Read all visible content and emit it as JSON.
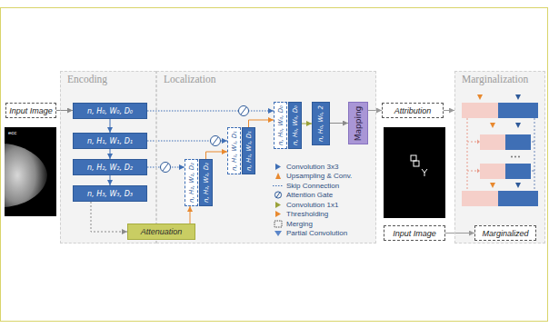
{
  "diagram": {
    "nodes": [
      {
        "text": [
          "Input Image"
        ]
      },
      {
        "text": [
          "Encoding"
        ]
      },
      {
        "text": [
          "n, H₀, W₀, D₀"
        ],
        "in": 1
      },
      {
        "text": [
          "n, H₁, W₁, D₁"
        ],
        "in": 1
      },
      {
        "text": [
          "n, H₂, W₂, D₂"
        ],
        "in": 1
      },
      {
        "text": [
          "n, H₃, W₃, D₃"
        ],
        "in": 1
      },
      {
        "text": [
          "Localization"
        ]
      },
      {
        "text": [
          "n, H₂, W₂, D₂"
        ],
        "in": 6
      },
      {
        "text": [
          "n, H₂, W₂, D₂"
        ],
        "in": 6
      },
      {
        "text": [
          "n, H₁, W₁, D₁"
        ],
        "in": 6
      },
      {
        "text": [
          "n, H₁, W₁, D₁"
        ],
        "in": 6
      },
      {
        "text": [
          "n, H₀, W₀, D₀"
        ],
        "in": 6
      },
      {
        "text": [
          "n, H₀, W₀, D₀"
        ],
        "in": 6
      },
      {
        "text": [
          "n, H₀, W₀, 2"
        ],
        "in": 6
      },
      {
        "text": [
          "Mapping"
        ],
        "in": 6
      },
      {
        "text": [
          "Attenuation"
        ]
      },
      {
        "text": [
          "Attribution"
        ]
      },
      {
        "text": [
          "Input Image"
        ]
      },
      {
        "text": [
          "Marginalization"
        ]
      },
      {
        "text": [
          "Marginalized"
        ],
        "in": 18
      }
    ],
    "edges": [
      {
        "from": 0,
        "to": 2,
        "arrow": "to"
      },
      {
        "from": 2,
        "to": 3,
        "arrow": "to"
      },
      {
        "from": 3,
        "to": 4,
        "arrow": "to"
      },
      {
        "from": 4,
        "to": 5,
        "arrow": "to"
      },
      {
        "from": 5,
        "to": 15,
        "arrow": "to"
      },
      {
        "from": 15,
        "to": 7,
        "arrow": "to"
      },
      {
        "from": 4,
        "to": 7,
        "arrow": "to"
      },
      {
        "from": 8,
        "to": 9,
        "arrow": "to"
      },
      {
        "from": 3,
        "to": 9,
        "arrow": "to"
      },
      {
        "from": 10,
        "to": 11,
        "arrow": "to"
      },
      {
        "from": 2,
        "to": 11,
        "arrow": "to"
      },
      {
        "from": 12,
        "to": 13,
        "arrow": "to"
      },
      {
        "from": 13,
        "to": 14,
        "arrow": "to"
      },
      {
        "from": 14,
        "to": 16,
        "arrow": "to"
      },
      {
        "from": 16,
        "to": 18,
        "arrow": "to"
      },
      {
        "from": 17,
        "to": 19,
        "arrow": "to"
      }
    ],
    "labels": [
      "ecc"
    ],
    "legend": [
      {
        "text": "Convolution 3x3"
      },
      {
        "text": "Upsampling & Conv."
      },
      {
        "text": "Skip Connection"
      },
      {
        "text": "Attention Gate"
      },
      {
        "text": "Convolution 1x1"
      },
      {
        "text": "Thresholding"
      },
      {
        "text": "Merging"
      },
      {
        "text": "Partial Convolution"
      }
    ]
  }
}
